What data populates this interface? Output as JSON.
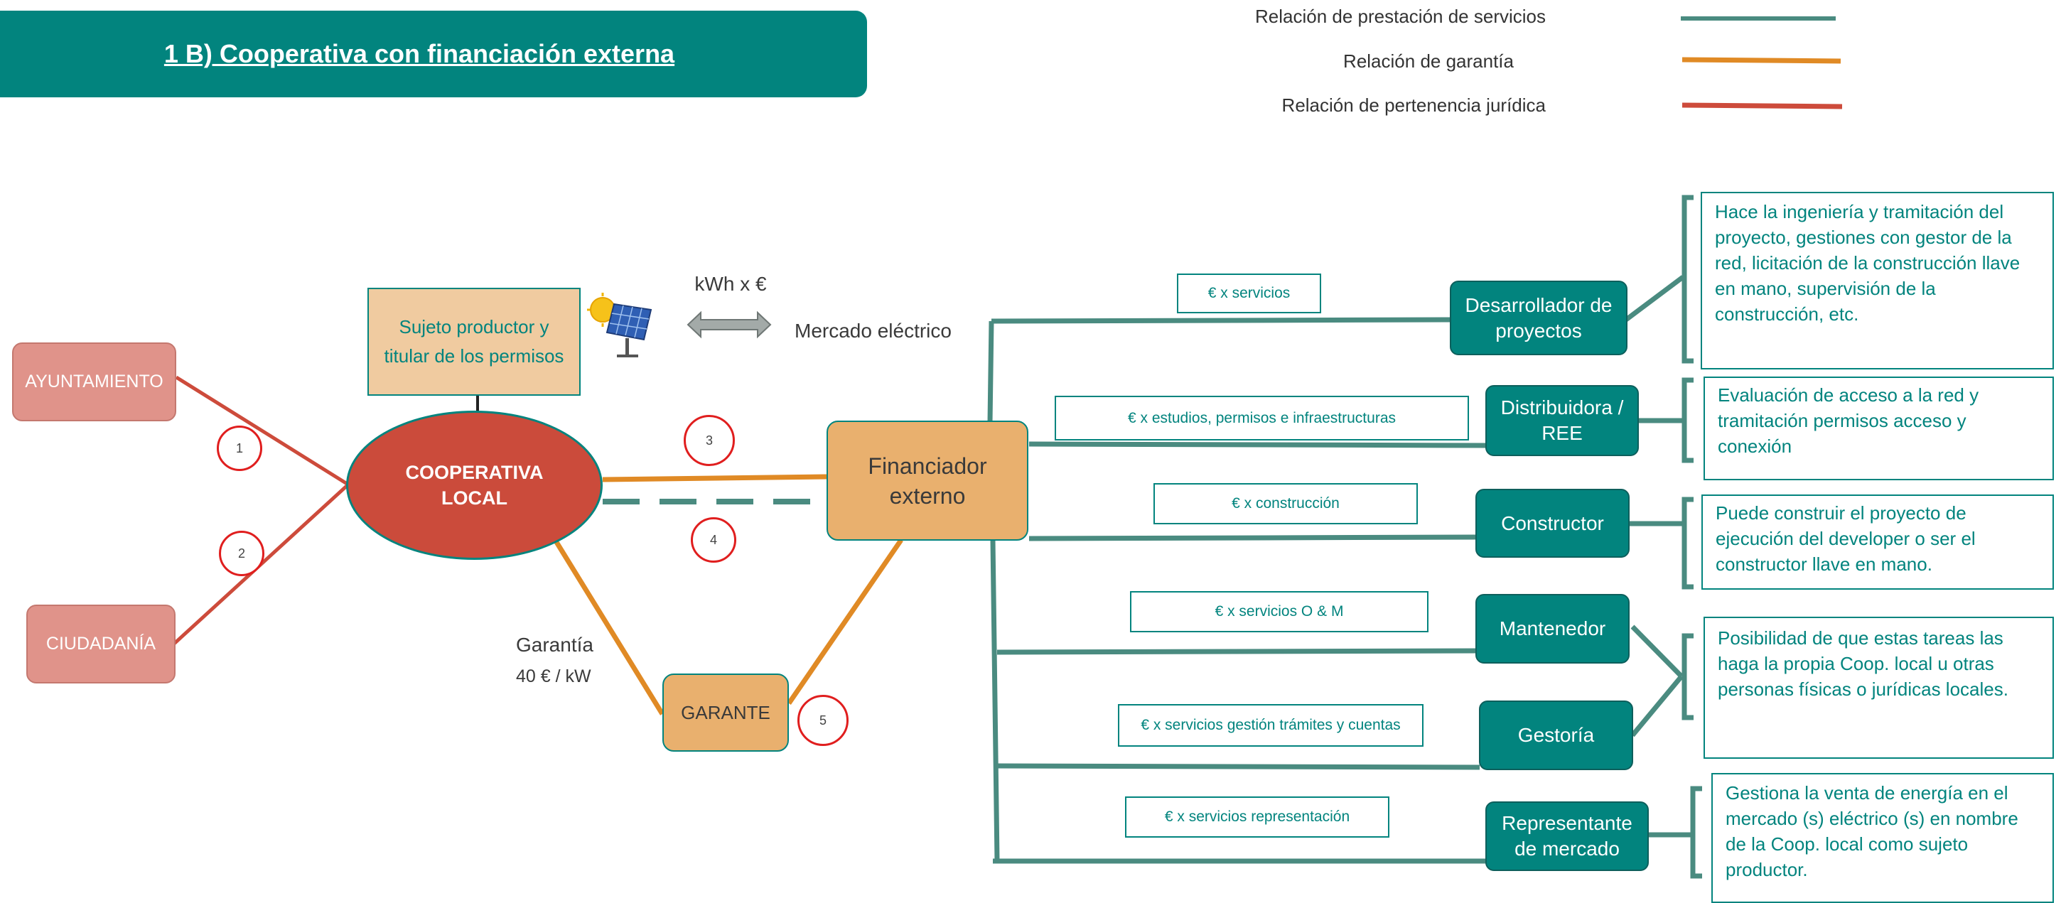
{
  "title": "1 B) Cooperativa con financiación externa",
  "legend": [
    {
      "label": "Relación de prestación de servicios",
      "color": "#4a8b80"
    },
    {
      "label": "Relación de garantía",
      "color": "#e08a25"
    },
    {
      "label": "Relación de pertenencia jurídica",
      "color": "#cd4b3b"
    }
  ],
  "nodes": {
    "ayuntamiento": "AYUNTAMIENTO",
    "ciudadania": "CIUDADANÍA",
    "cooperativa_line1": "COOPERATIVA",
    "cooperativa_line2": "LOCAL",
    "sujeto": "Sujeto productor y titular de los permisos",
    "kwh": "kWh x €",
    "mercado": "Mercado eléctrico",
    "financiador": "Financiador externo",
    "garante": "GARANTE",
    "garantia": "Garantía",
    "garantia_valor": "40 € / kW"
  },
  "circles": [
    "1",
    "2",
    "3",
    "4",
    "5"
  ],
  "services": [
    {
      "payment": "€ x servicios",
      "provider": "Desarrollador de proyectos",
      "description": "Hace la ingeniería y tramitación del proyecto, gestiones con gestor de la red, licitación de la construcción llave en mano, supervisión de la construcción, etc."
    },
    {
      "payment": "€ x estudios, permisos e infraestructuras",
      "provider": "Distribuidora / REE",
      "description": "Evaluación de acceso a la red y tramitación permisos acceso y conexión"
    },
    {
      "payment": "€ x construcción",
      "provider": "Constructor",
      "description": "Puede construir el proyecto de ejecución del developer o ser el constructor llave en mano."
    },
    {
      "payment": "€ x servicios O & M",
      "provider": "Mantenedor",
      "description": "Posibilidad de que estas tareas las haga la propia Coop. local u otras personas físicas o jurídicas locales."
    },
    {
      "payment": "€ x servicios gestión trámites y cuentas",
      "provider": "Gestoría",
      "description": ""
    },
    {
      "payment": "€ x servicios representación",
      "provider": "Representante de mercado",
      "description": "Gestiona la venta de energía en el mercado (s) eléctrico (s) en nombre de la Coop. local como sujeto productor."
    }
  ],
  "colors": {
    "teal": "#02847e",
    "service_line": "#4a8b80",
    "guarantee_line": "#e08a25",
    "ownership_line": "#cd4b3b"
  }
}
